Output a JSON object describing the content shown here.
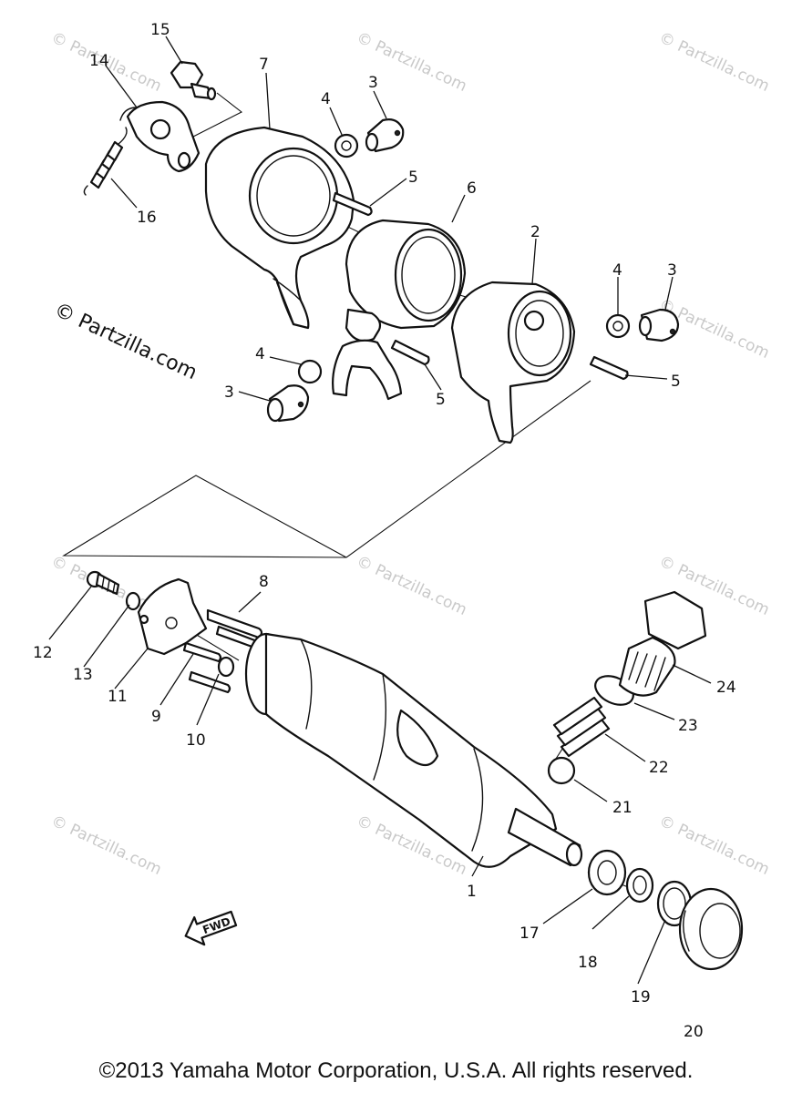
{
  "watermark": {
    "text": "© Partzilla.com"
  },
  "fwd_label": "FWD",
  "callouts": {
    "c1": "1",
    "c2": "2",
    "c3a": "3",
    "c3b": "3",
    "c3c": "3",
    "c4a": "4",
    "c4b": "4",
    "c4c": "4",
    "c5a": "5",
    "c5b": "5",
    "c5c": "5",
    "c6": "6",
    "c7": "7",
    "c8": "8",
    "c9": "9",
    "c10": "10",
    "c11": "11",
    "c12": "12",
    "c13": "13",
    "c14": "14",
    "c15": "15",
    "c16": "16",
    "c17": "17",
    "c18": "18",
    "c19": "19",
    "c20": "20",
    "c21": "21",
    "c22": "22",
    "c23": "23",
    "c24": "24"
  },
  "copyright": "©2013 Yamaha Motor Corporation, U.S.A. All rights reserved."
}
